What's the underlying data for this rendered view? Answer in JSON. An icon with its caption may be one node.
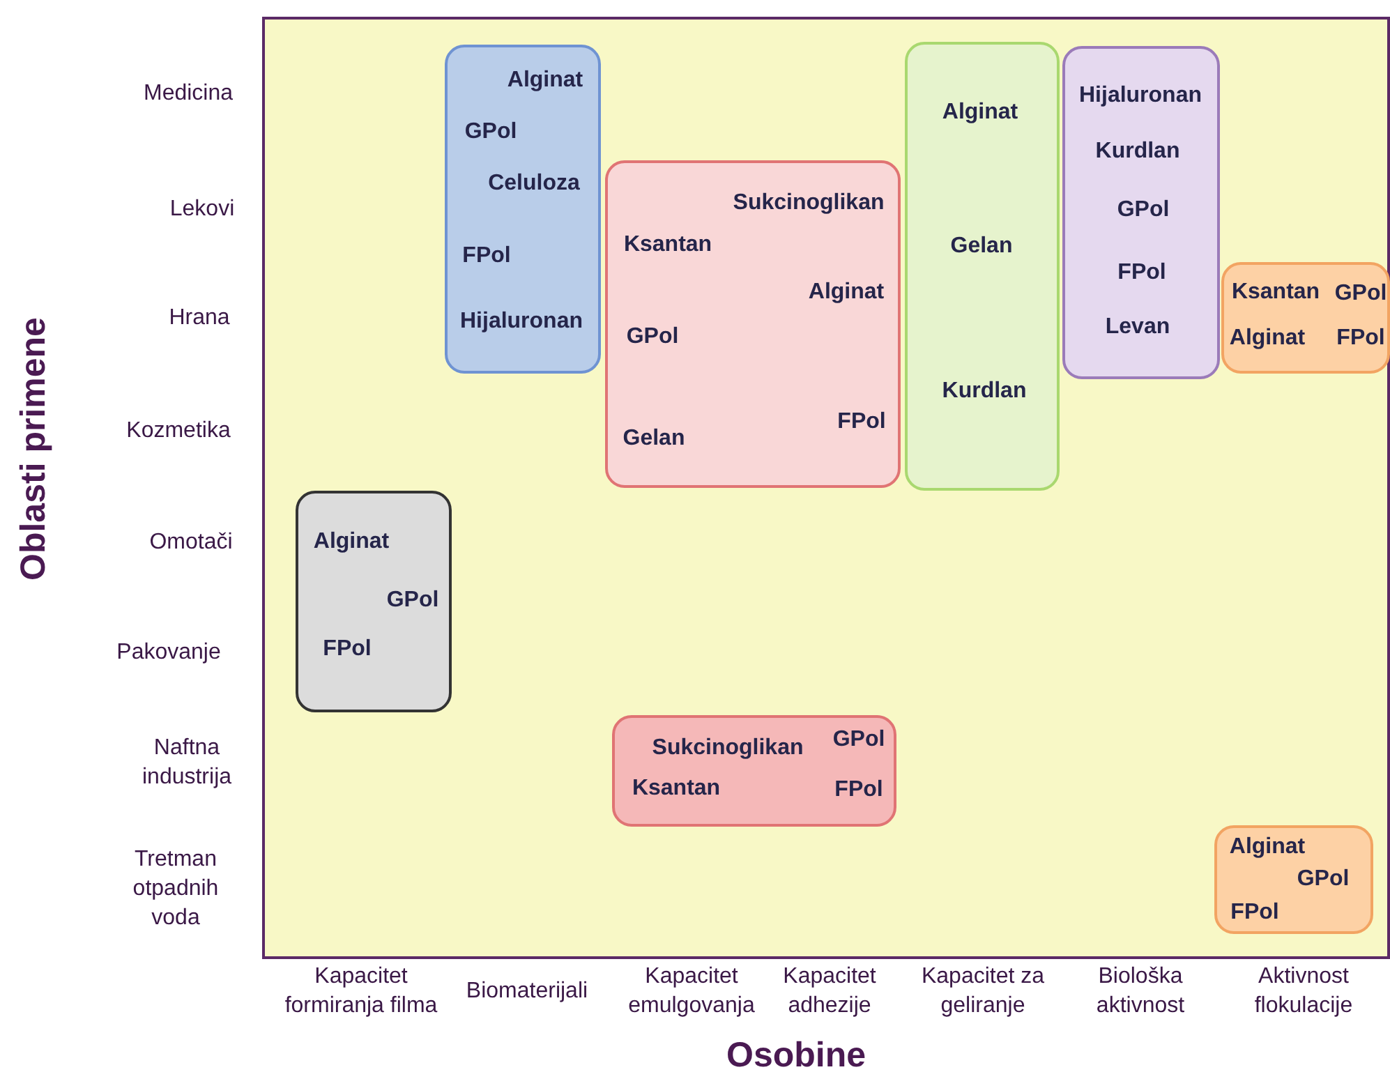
{
  "diagram": {
    "nodes": [
      {
        "text": [
          "Alginat",
          "GPol",
          "Celuloza",
          "FPol",
          "Hijaluronan"
        ]
      },
      {
        "text": [
          "Alginat",
          "Gelan",
          "Kurdlan"
        ]
      },
      {
        "text": [
          "Hijaluronan",
          "Kurdlan",
          "GPol",
          "FPol",
          "Levan"
        ]
      },
      {
        "text": [
          "Sukcinoglikan",
          "Ksantan",
          "Alginat",
          "GPol",
          "FPol",
          "Gelan"
        ]
      },
      {
        "text": [
          "Ksantan",
          "GPol",
          "Alginat",
          "FPol"
        ]
      },
      {
        "text": [
          "Alginat",
          "GPol",
          "FPol"
        ]
      },
      {
        "text": [
          "Sukcinoglikan",
          "GPol",
          "Ksantan",
          "FPol"
        ]
      },
      {
        "text": [
          "Alginat",
          "GPol",
          "FPol"
        ]
      }
    ],
    "edges": [],
    "labels": [
      "Oblasti primene",
      "Medicina",
      "Lekovi",
      "Hrana",
      "Kozmetika",
      "Omotači",
      "Pakovanje",
      "Naftna industrija",
      "Tretman otpadnih voda",
      "Kapacitet formiranja filma",
      "Biomaterijali",
      "Kapacitet emulgovanja",
      "Kapacitet adhezije",
      "Kapacitet za geliranje",
      "Biološka aktivnost",
      "Aktivnost flokulacije",
      "Osobine"
    ]
  }
}
